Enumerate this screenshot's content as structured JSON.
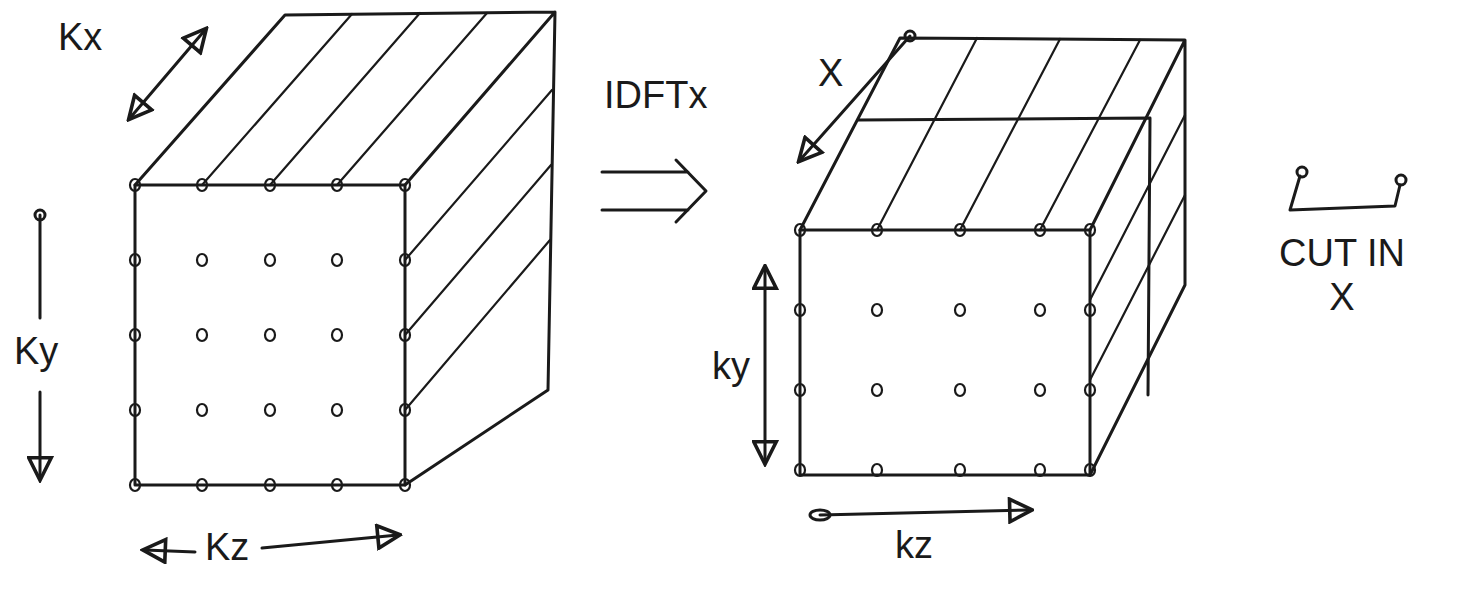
{
  "diagram": {
    "labels": [
      "Kx",
      "Ky",
      "Kz",
      "IDFTx",
      "X",
      "ky",
      "kz",
      "CUT IN X"
    ]
  }
}
